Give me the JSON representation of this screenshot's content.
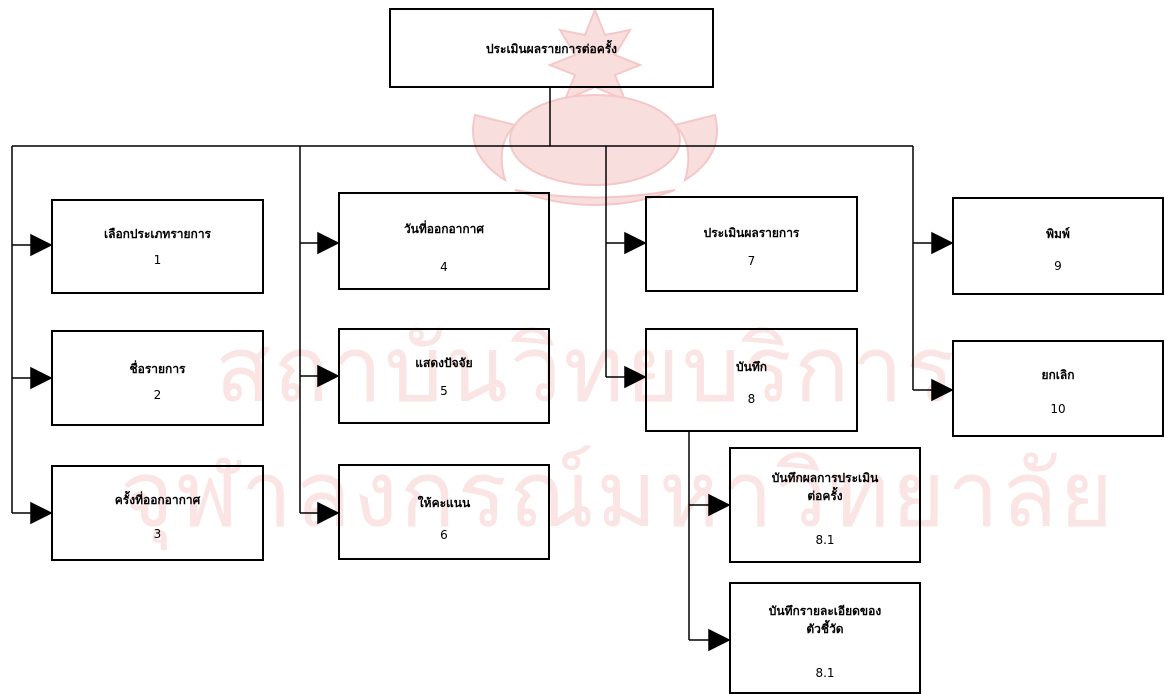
{
  "root": {
    "label": "ประเมินผลรายการต่อครั้ง"
  },
  "nodes": {
    "n1": {
      "label": "เลือกประเภทรายการ",
      "number": "1"
    },
    "n2": {
      "label": "ชื่อรายการ",
      "number": "2"
    },
    "n3": {
      "label": "ครั้งที่ออกอากาศ",
      "number": "3"
    },
    "n4": {
      "label": "วันที่ออกอากาศ",
      "number": "4"
    },
    "n5": {
      "label": "แสดงปัจจัย",
      "number": "5"
    },
    "n6": {
      "label": "ให้คะแนน",
      "number": "6"
    },
    "n7": {
      "label": "ประเมินผลรายการ",
      "number": "7"
    },
    "n8": {
      "label": "บันทึก",
      "number": "8"
    },
    "n8a": {
      "label_line1": "บันทึกผลการประเมิน",
      "label_line2": "ต่อครั้ง",
      "number": "8.1"
    },
    "n8b": {
      "label_line1": "บันทึกรายละเอียดของ",
      "label_line2": "ตัวชี้วัด",
      "number": "8.1"
    },
    "n9": {
      "label": "พิมพ์",
      "number": "9"
    },
    "n10": {
      "label": "ยกเลิก",
      "number": "10"
    }
  },
  "watermark": {
    "line1": "สถาบันวิทยบริการ",
    "line2": "จุฬาลงกรณ์มหาวิทยาลัย"
  },
  "colors": {
    "line": "#000000",
    "box_border": "#000000",
    "watermark": "#fbe4e4"
  }
}
